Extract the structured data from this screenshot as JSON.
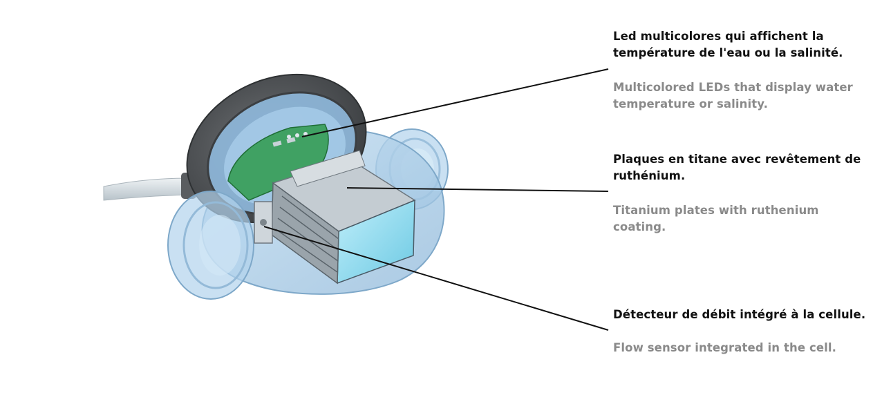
{
  "callouts": [
    {
      "fr": "Led multicolores qui affichent la température de l'eau ou la salinité.",
      "en": "Multicolored LEDs that display water temperature or salinity."
    },
    {
      "fr": "Plaques en titane avec revêtement de ruthénium.",
      "en": "Titanium plates with ruthenium coating."
    },
    {
      "fr": "Détecteur de débit intégré à la cellule.",
      "en": "Flow sensor integrated in the cell."
    }
  ],
  "colors": {
    "cap_ring": "#4a4d50",
    "housing": "#a9cde8",
    "circuit_board": "#2f9a4c",
    "plates": "#8fd6ea",
    "cable": "#d3dbe0",
    "leader_line": "#111111"
  }
}
